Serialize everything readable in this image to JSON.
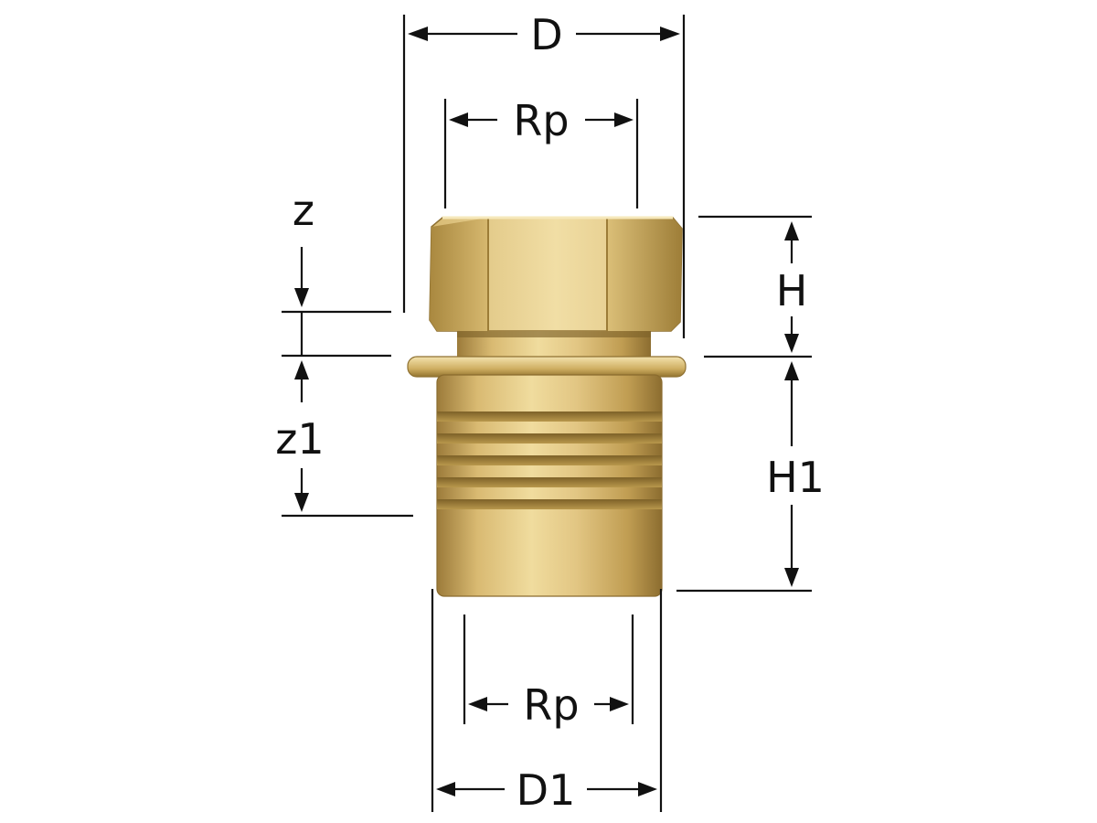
{
  "labels": {
    "D": "D",
    "Rp_top": "Rp",
    "z": "z",
    "H": "H",
    "z1": "z1",
    "H1": "H1",
    "Rp_bottom": "Rp",
    "D1": "D1"
  },
  "colors": {
    "ink": "#111111",
    "brass_light": "#e8cf8a",
    "brass_mid": "#c9a85a",
    "brass_dark": "#8f7132",
    "background": "#ffffff"
  }
}
